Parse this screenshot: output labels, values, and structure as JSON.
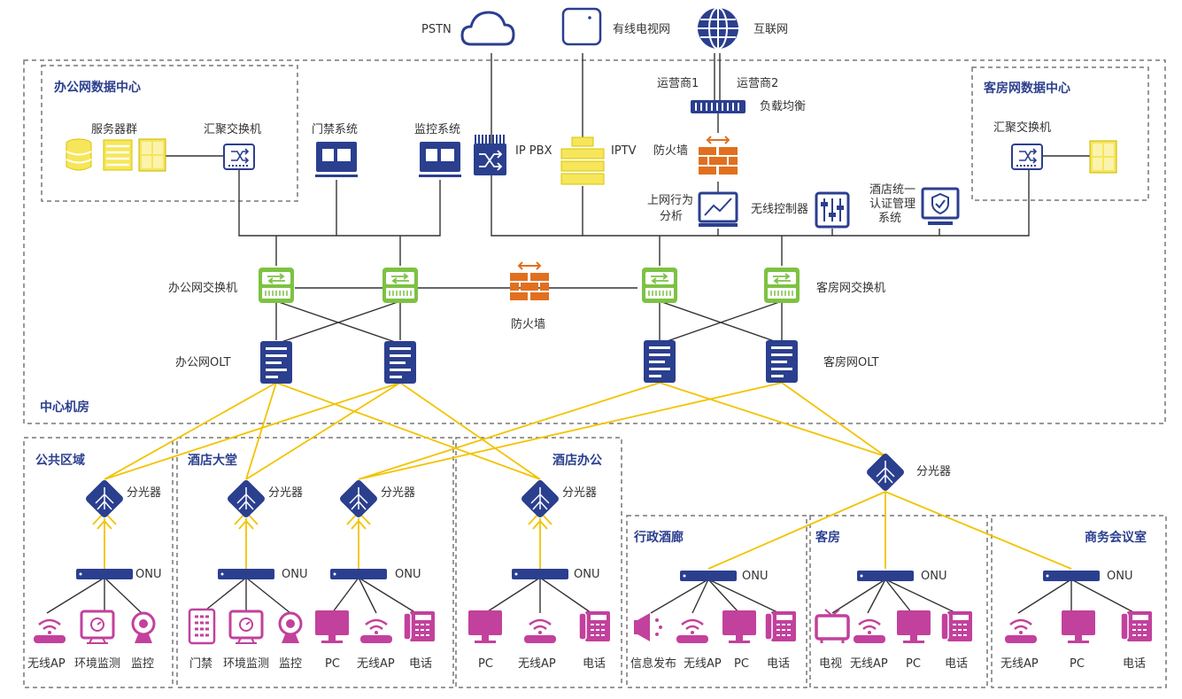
{
  "top": {
    "pstn": "PSTN",
    "catv": "有线电视网",
    "internet": "互联网",
    "isp1": "运营商1",
    "isp2": "运营商2",
    "loadbalance": "负载均衡",
    "firewall": "防火墙"
  },
  "office_dc": {
    "title": "办公网数据中心",
    "servers": "服务器群",
    "agg": "汇聚交换机"
  },
  "guest_dc": {
    "title": "客房网数据中心",
    "agg": "汇聚交换机"
  },
  "center": {
    "title": "中心机房",
    "access": "门禁系统",
    "monitor": "监控系统",
    "ippbx": "IP PBX",
    "iptv": "IPTV",
    "behavior": [
      "上网行为",
      "分析"
    ],
    "wlc": "无线控制器",
    "auth": [
      "酒店统一",
      "认证管理",
      "系统"
    ],
    "office_switch": "办公网交换机",
    "guest_switch": "客房网交换机",
    "firewall": "防火墙",
    "office_olt": "办公网OLT",
    "guest_olt": "客房网OLT"
  },
  "splitter": "分光器",
  "onu": "ONU",
  "zones": {
    "public": {
      "title": "公共区域",
      "devices": [
        "无线AP",
        "环境监测",
        "监控"
      ]
    },
    "lobby": {
      "title": "酒店大堂",
      "devices_a": [
        "门禁",
        "环境监测",
        "监控"
      ],
      "devices_b": [
        "PC",
        "无线AP",
        "电话"
      ]
    },
    "office": {
      "title": "酒店办公",
      "devices": [
        "PC",
        "无线AP",
        "电话"
      ]
    },
    "exec": {
      "title": "行政酒廊",
      "devices": [
        "信息发布",
        "无线AP",
        "PC",
        "电话"
      ]
    },
    "room": {
      "title": "客房",
      "devices": [
        "电视",
        "无线AP",
        "PC",
        "电话"
      ]
    },
    "meeting": {
      "title": "商务会议室",
      "devices": [
        "无线AP",
        "PC",
        "电话"
      ]
    }
  }
}
